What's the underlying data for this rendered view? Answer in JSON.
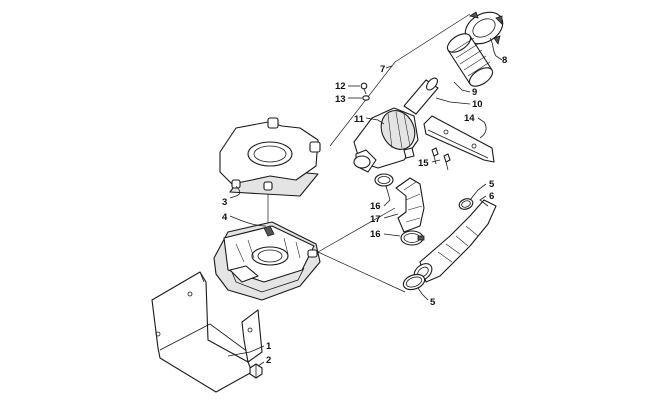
{
  "diagram": {
    "callouts": [
      {
        "id": "c1",
        "label": "1"
      },
      {
        "id": "c2",
        "label": "2"
      },
      {
        "id": "c3",
        "label": "3"
      },
      {
        "id": "c4",
        "label": "4"
      },
      {
        "id": "c5a",
        "label": "5"
      },
      {
        "id": "c5b",
        "label": "5"
      },
      {
        "id": "c6",
        "label": "6"
      },
      {
        "id": "c7",
        "label": "7"
      },
      {
        "id": "c8",
        "label": "8"
      },
      {
        "id": "c9",
        "label": "9"
      },
      {
        "id": "c10",
        "label": "10"
      },
      {
        "id": "c11",
        "label": "11"
      },
      {
        "id": "c12",
        "label": "12"
      },
      {
        "id": "c13",
        "label": "13"
      },
      {
        "id": "c14",
        "label": "14"
      },
      {
        "id": "c15",
        "label": "15"
      },
      {
        "id": "c16a",
        "label": "16"
      },
      {
        "id": "c16b",
        "label": "16"
      },
      {
        "id": "c17",
        "label": "17"
      }
    ]
  }
}
